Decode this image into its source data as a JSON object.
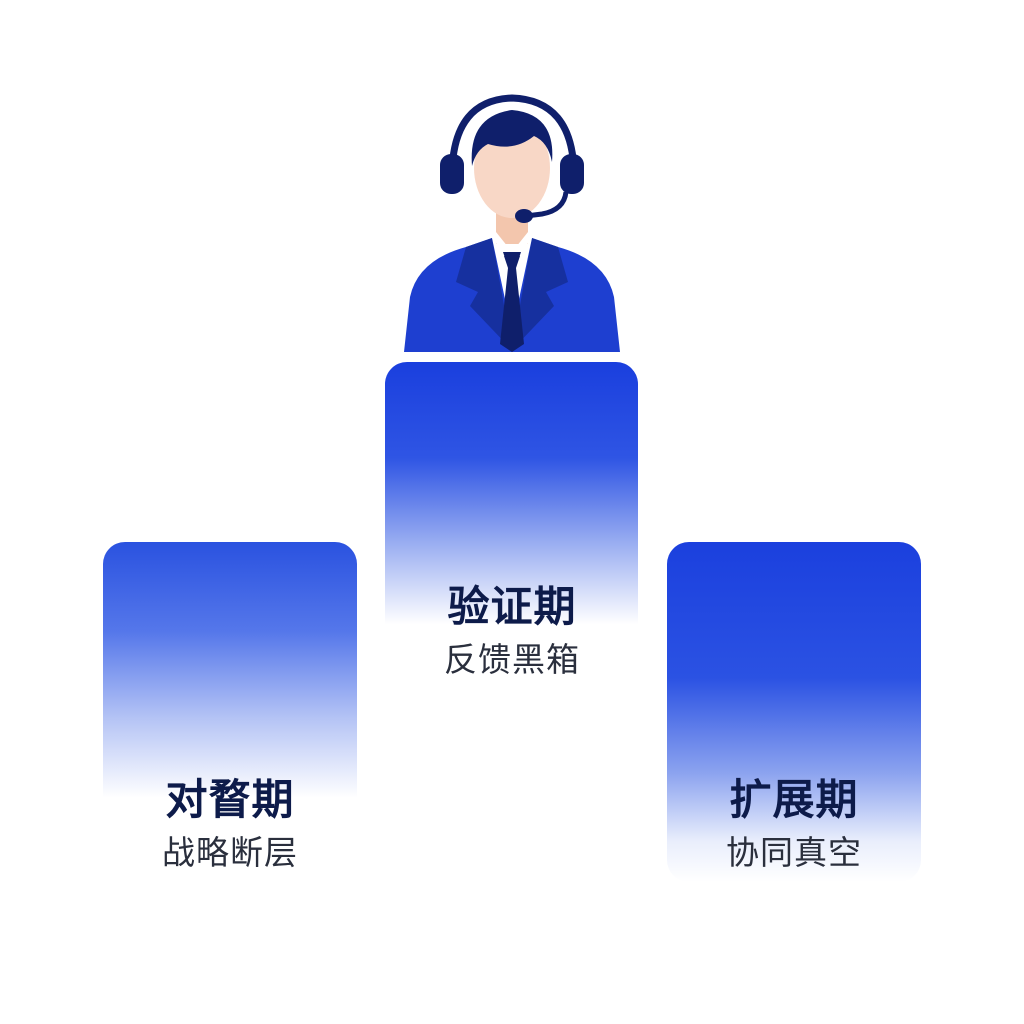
{
  "stages": [
    {
      "title": "对瞀期",
      "subtitle": "战略断层"
    },
    {
      "title": "验证期",
      "subtitle": "反馈黑箱"
    },
    {
      "title": "扩展期",
      "subtitle": "协同真空"
    }
  ],
  "colors": {
    "accent_blue": "#1a40de",
    "navy": "#0f1f6b",
    "title_text": "#0d1b4a",
    "subtitle_text": "#2a2f3d"
  },
  "icons": {
    "figure": "customer-service-agent-icon"
  }
}
